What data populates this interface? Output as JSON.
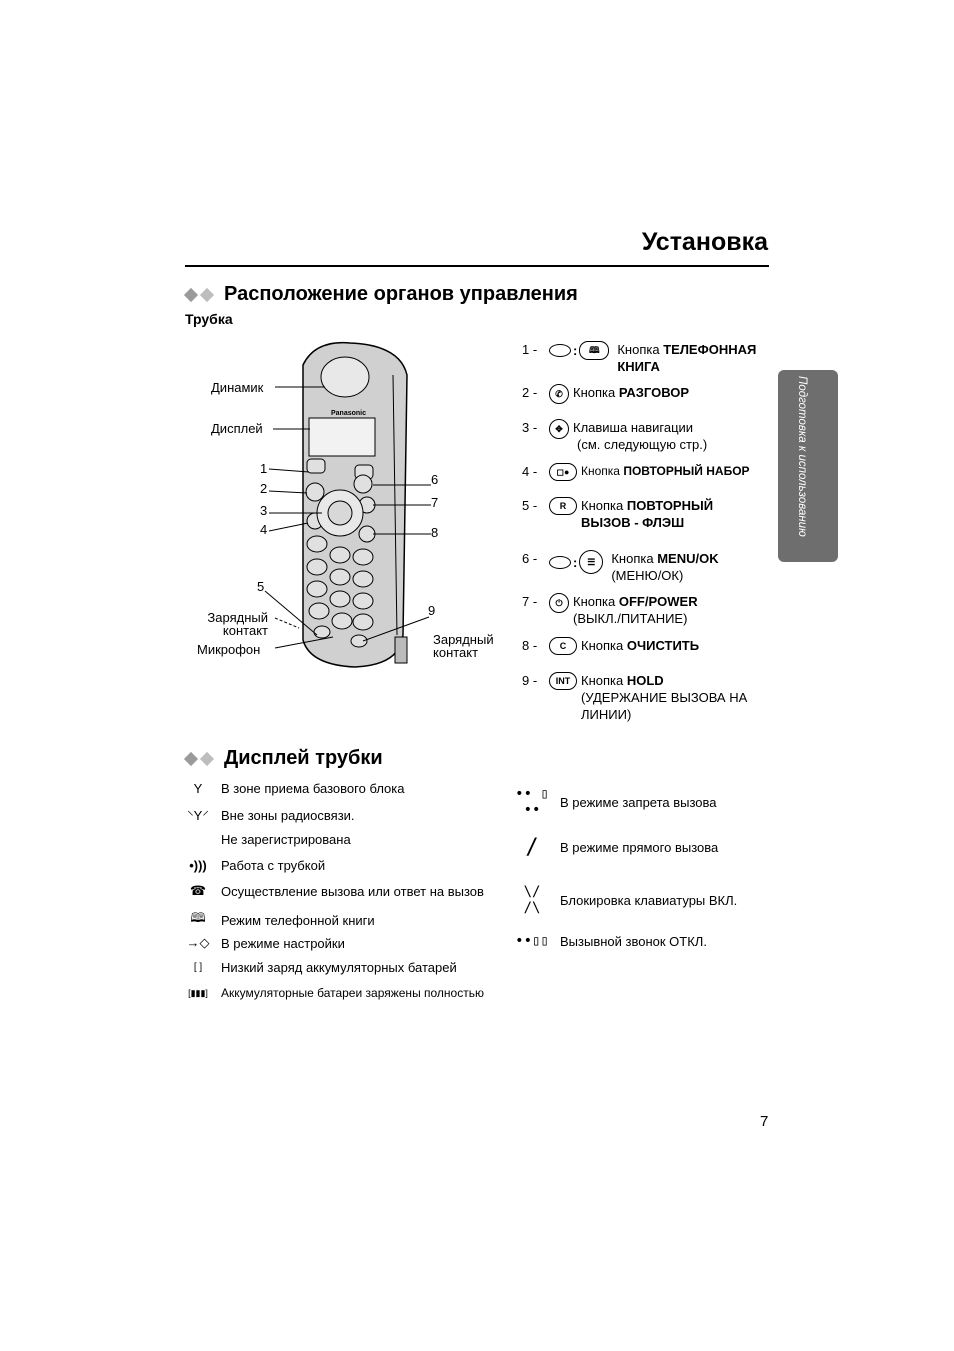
{
  "header": {
    "title": "Установка"
  },
  "side_tab": {
    "label": "Подготовка к использованию"
  },
  "accent_color": "#8a8a8a",
  "section1": {
    "title": "Расположение органов управления",
    "subtitle": "Трубка",
    "callouts": {
      "speaker": "Динамик",
      "display": "Дисплей",
      "charge_left": "Зарядный контакт",
      "microphone": "Микрофон",
      "charge_right": "Зарядный контакт",
      "n1": "1",
      "n2": "2",
      "n3": "3",
      "n4": "4",
      "n5": "5",
      "n6": "6",
      "n7": "7",
      "n8": "8",
      "n9": "9"
    },
    "brand": "Panasonic",
    "controls": [
      {
        "num": "1 -",
        "icon": "phonebook-icon",
        "prefix": "Кнопка",
        "bold": "ТЕЛЕФОННАЯ КНИГА",
        "extra": ""
      },
      {
        "num": "2 -",
        "icon": "talk-icon",
        "prefix": "Кнопка",
        "bold": "РАЗГОВОР",
        "extra": ""
      },
      {
        "num": "3 -",
        "icon": "navigator-icon",
        "prefix": "Клавиша навигации",
        "bold": "",
        "extra": "(см. следующую стр.)"
      },
      {
        "num": "4 -",
        "icon": "redial-icon",
        "prefix": "Кнопка",
        "bold": "ПОВТОРНЫЙ НАБОР",
        "extra": ""
      },
      {
        "num": "5 -",
        "icon": "R",
        "prefix": "Кнопка",
        "bold": "ПОВТОРНЫЙ ВЫЗОВ - ФЛЭШ",
        "extra": ""
      },
      {
        "num": "6 -",
        "icon": "menu-icon",
        "prefix": "Кнопка",
        "bold": "MENU/OK",
        "extra": "(МЕНЮ/ОК)"
      },
      {
        "num": "7 -",
        "icon": "off-power-icon",
        "prefix": "Кнопка",
        "bold": "OFF/POWER",
        "extra": "(ВЫКЛ./ПИТАНИЕ)"
      },
      {
        "num": "8 -",
        "icon": "C",
        "prefix": "Кнопка",
        "bold": "ОЧИСТИТЬ",
        "extra": ""
      },
      {
        "num": "9 -",
        "icon": "INT",
        "prefix": "Кнопка",
        "bold": "HOLD",
        "extra": "(УДЕРЖАНИЕ ВЫЗОВА НА ЛИНИИ)"
      }
    ]
  },
  "section2": {
    "title": "Дисплей трубки",
    "left_items": [
      {
        "icon": "Y",
        "icon_name": "antenna-icon",
        "text": "В зоне приема базового блока"
      },
      {
        "icon": "⸌Y⸍",
        "icon_name": "antenna-flashing-icon",
        "text": "Вне зоны радиосвязи."
      },
      {
        "icon": "",
        "icon_name": "",
        "text": "Не зарегистрирована"
      },
      {
        "icon": "•)))",
        "icon_name": "intercom-icon",
        "text": "Работа с трубкой"
      },
      {
        "icon": "☎",
        "icon_name": "handset-icon",
        "text": "Осуществление вызова или ответ на вызов"
      },
      {
        "icon": "🕮",
        "icon_name": "phonebook-icon",
        "text": "Режим телефонной книги"
      },
      {
        "icon": "→◇",
        "icon_name": "setting-mode-icon",
        "text": "В режиме настройки"
      },
      {
        "icon": "[ ]",
        "icon_name": "battery-low-icon",
        "text": "Низкий заряд аккумуляторных батарей"
      },
      {
        "icon": "[▮▮▮]",
        "icon_name": "battery-full-icon",
        "text": "Аккумуляторные батареи заряжены полностью"
      }
    ],
    "right_items": [
      {
        "icon": "•• ▯ ••",
        "icon_name": "call-barring-icon",
        "text": "В режиме запрета вызова"
      },
      {
        "icon": "/",
        "icon_name": "direct-call-icon",
        "text": "В режиме прямого вызова"
      },
      {
        "icon": "\\/ /\\",
        "icon_name": "key-lock-icon",
        "text": "Блокировка клавиатуры ВКЛ."
      },
      {
        "icon": "••▯▯",
        "icon_name": "ringer-off-icon",
        "text": "Вызывной звонок ОТКЛ."
      }
    ]
  },
  "footer": {
    "page_number": "7"
  }
}
